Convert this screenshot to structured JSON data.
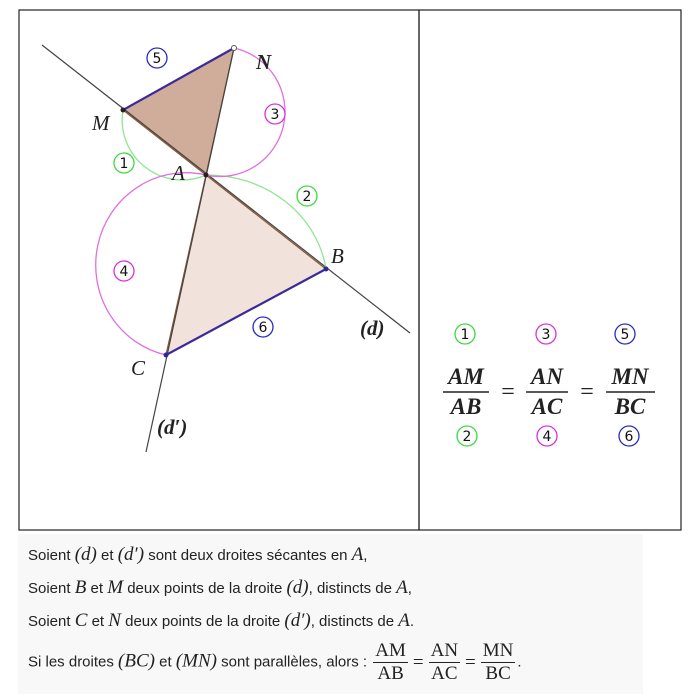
{
  "figure": {
    "points": {
      "M": "M",
      "N": "N",
      "A": "A",
      "B": "B",
      "C": "C"
    },
    "lines": {
      "d": "(d)",
      "d_prime": "(d′)"
    },
    "markers": {
      "one": "1",
      "two": "2",
      "three": "3",
      "four": "4",
      "five": "5",
      "six": "6"
    },
    "colors": {
      "marker_1_2": "#3bd93b",
      "marker_3_4": "#d930d9",
      "marker_5_6": "#2a2ac0",
      "arc_green": "#8fe68f",
      "arc_magenta": "#e070e0",
      "parallel_segments": "#3a2a9a",
      "triangle_small_fill": "#c89e88",
      "triangle_large_fill": "#f1e3dc",
      "triangle_edge": "#8a5a3a"
    }
  },
  "ratios": {
    "r1": {
      "num": "AM",
      "den": "AB",
      "num_marker": "1",
      "den_marker": "2"
    },
    "r2": {
      "num": "AN",
      "den": "AC",
      "num_marker": "3",
      "den_marker": "4"
    },
    "r3": {
      "num": "MN",
      "den": "BC",
      "num_marker": "5",
      "den_marker": "6"
    },
    "equals": "="
  },
  "statement": {
    "l1": {
      "t1": "Soient",
      "m1": "(d)",
      "t2": "et",
      "m2": "(d′)",
      "t3": "sont deux droites sécantes en",
      "m3": "A",
      "t4": ","
    },
    "l2": {
      "t1": "Soient",
      "m1": "B",
      "t2": "et",
      "m2": "M",
      "t3": "deux points de la droite",
      "m3": "(d)",
      "t4": ", distincts de",
      "m4": "A",
      "t5": ","
    },
    "l3": {
      "t1": "Soient",
      "m1": "C",
      "t2": "et",
      "m2": "N",
      "t3": "deux points de la droite",
      "m3": "(d′)",
      "t4": ", distincts de",
      "m4": "A",
      "t5": "."
    },
    "l4": {
      "t1": "Si les droites",
      "m1": "(BC)",
      "t2": "et",
      "m2": "(MN)",
      "t3": "sont parallèles, alors :",
      "f1n": "AM",
      "f1d": "AB",
      "f2n": "AN",
      "f2d": "AC",
      "f3n": "MN",
      "f3d": "BC",
      "eq": "=",
      "end": "."
    }
  }
}
